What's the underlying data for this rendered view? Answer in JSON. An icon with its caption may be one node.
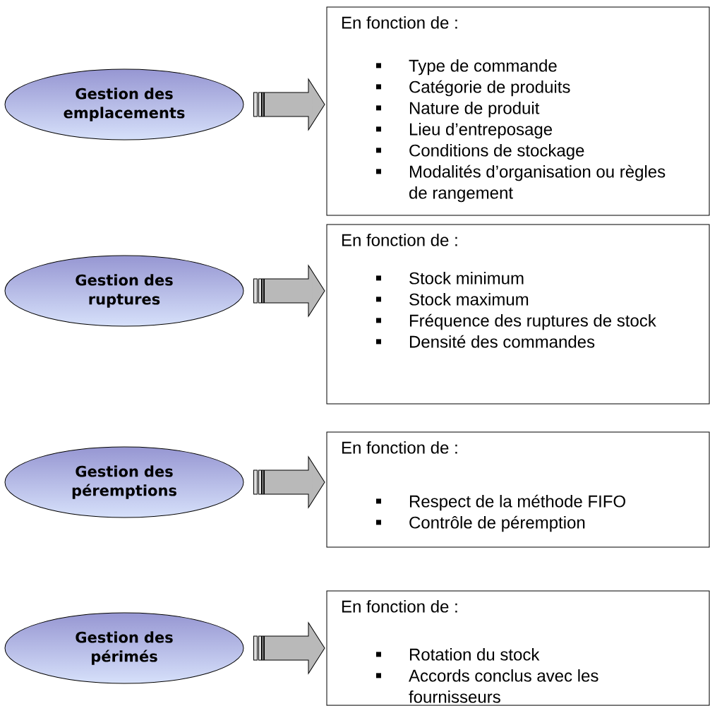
{
  "diagram": {
    "nodes": [
      {
        "text": [
          "Gestion des emplacements"
        ]
      },
      {
        "text": [
          "Gestion des ruptures"
        ]
      },
      {
        "text": [
          "Gestion des péremptions"
        ]
      },
      {
        "text": [
          "Gestion des périmés"
        ]
      },
      {
        "text": [
          "En fonction de :",
          "Type de commande",
          "Catégorie de produits",
          "Nature de produit",
          "Lieu d’entreposage",
          "Conditions de stockage",
          "Modalités d’organisation ou règles de rangement"
        ]
      },
      {
        "text": [
          "En fonction de :",
          "Stock minimum",
          "Stock maximum",
          "Fréquence des ruptures de stock",
          "Densité des commandes"
        ]
      },
      {
        "text": [
          "En fonction de :",
          "Respect de la méthode FIFO",
          "Contrôle de péremption"
        ]
      },
      {
        "text": [
          "En fonction de :",
          "Rotation du stock",
          "Accords conclus avec les fournisseurs"
        ]
      }
    ],
    "edges": [
      {
        "from": 0,
        "to": 4,
        "arrow": "to"
      },
      {
        "from": 1,
        "to": 5,
        "arrow": "to"
      },
      {
        "from": 2,
        "to": 6,
        "arrow": "to"
      },
      {
        "from": 3,
        "to": 7,
        "arrow": "to"
      }
    ]
  }
}
